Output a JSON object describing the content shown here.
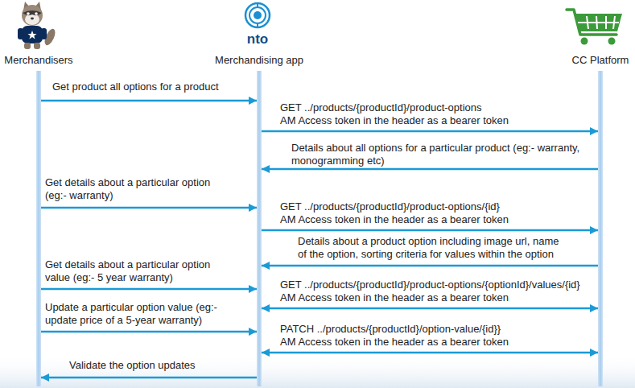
{
  "diagram": {
    "nodes": [
      {
        "text": [
          "Merchandisers"
        ]
      },
      {
        "text": [
          "Merchandising app"
        ]
      },
      {
        "text": [
          "CC Platform"
        ]
      }
    ],
    "edges": [
      {
        "from": 0,
        "to": 1,
        "arrow": "to",
        "label": "Get product all options for a product"
      },
      {
        "from": 1,
        "to": 2,
        "arrow": "to",
        "label": "GET ../products/{productId}/product-options AM Access token in the header as a bearer token"
      },
      {
        "from": 2,
        "to": 1,
        "arrow": "to",
        "label": "Details about all options for a particular product (eg:- warranty, monogramming etc)"
      },
      {
        "from": 0,
        "to": 1,
        "arrow": "to",
        "label": "Get details about a particular option (eg:- warranty)"
      },
      {
        "from": 1,
        "to": 2,
        "arrow": "to",
        "label": "GET ../products/{productId}/product-options/{id} AM Access token in the header as a bearer token"
      },
      {
        "from": 2,
        "to": 1,
        "arrow": "to",
        "label": "Details about a product option including image url, name of the option, sorting criteria for values within the option"
      },
      {
        "from": 0,
        "to": 1,
        "arrow": "to",
        "label": "Get details about a particular option value (eg:- 5 year warranty)"
      },
      {
        "from": 1,
        "to": 2,
        "arrow": "both",
        "label": "GET ../products/{productId}/product-options/{optionId}/values/{id} AM Access token in the header as a bearer token"
      },
      {
        "from": 0,
        "to": 1,
        "arrow": "to",
        "label": "Update a particular option value (eg:- update price of a 5-year warranty)"
      },
      {
        "from": 1,
        "to": 2,
        "arrow": "both",
        "label": "PATCH ../products/{productId}/option-value/{id}} AM Access token in the header as a bearer token"
      },
      {
        "from": 1,
        "to": 0,
        "arrow": "to",
        "label": "Validate the option updates"
      }
    ],
    "labels": [
      "nto"
    ]
  }
}
